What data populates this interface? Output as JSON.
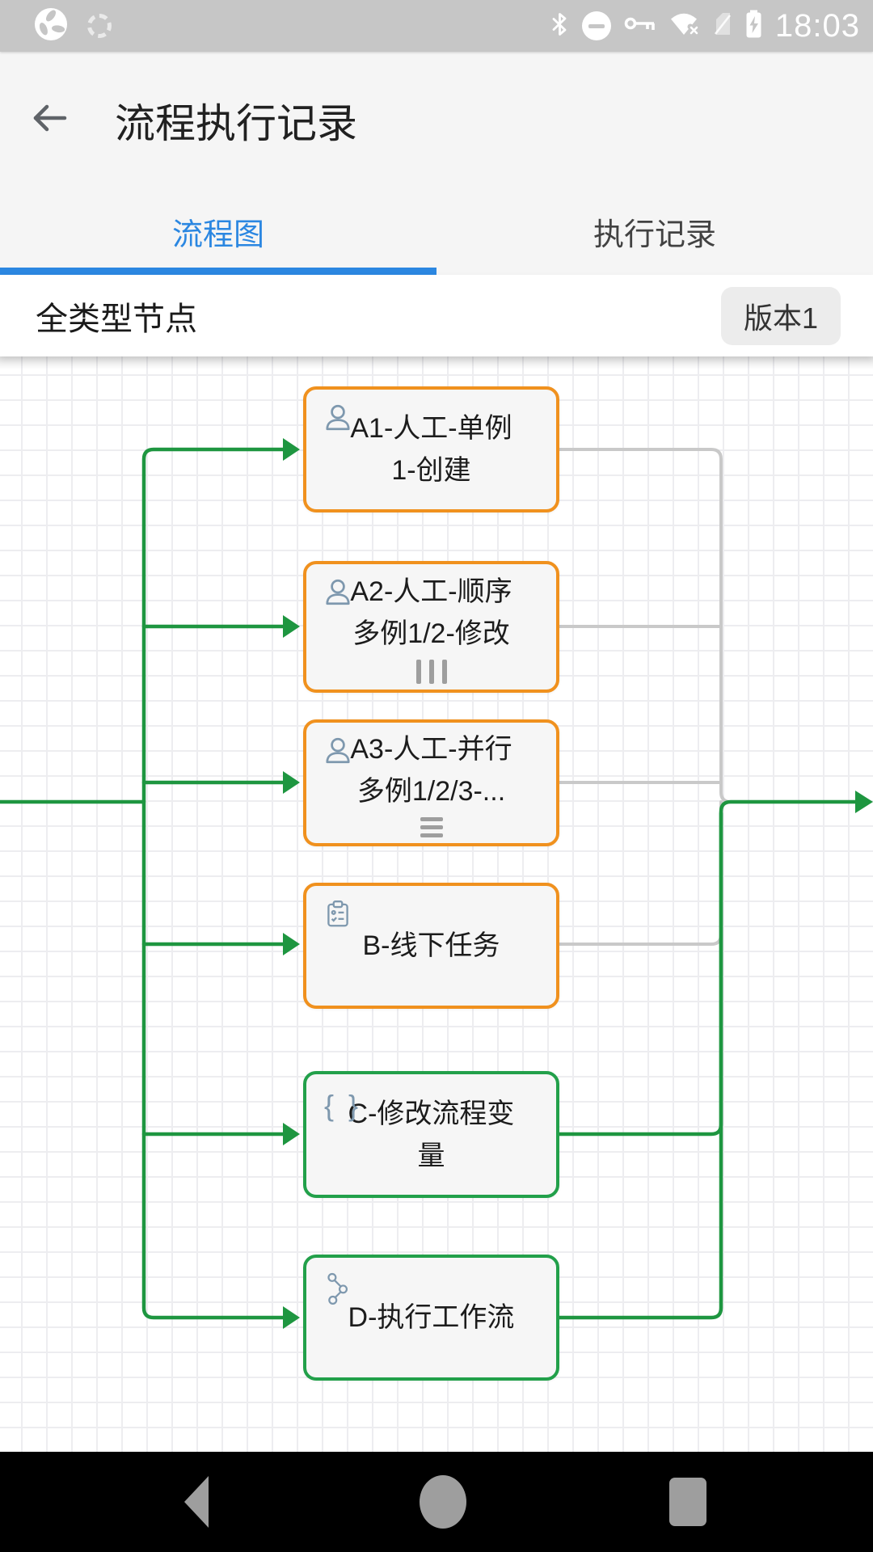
{
  "status_bar": {
    "time": "18:03",
    "notification_icons": [
      "app-logo-swirl",
      "sync-spinner"
    ],
    "system_icons": [
      "bluetooth",
      "do-not-disturb",
      "key",
      "wifi-disconnected",
      "no-sim",
      "battery-charging"
    ]
  },
  "header": {
    "title": "流程执行记录"
  },
  "tabs": {
    "items": [
      {
        "label": "流程图",
        "active": true
      },
      {
        "label": "执行记录",
        "active": false
      }
    ]
  },
  "info_bar": {
    "flow_name": "全类型节点",
    "version_badge": "版本1"
  },
  "flowchart": {
    "nodes": [
      {
        "id": "A1",
        "lines": [
          "A1-人工-单例",
          "1-创建"
        ],
        "icon": "user-icon",
        "state": "pending",
        "marker": "none"
      },
      {
        "id": "A2",
        "lines": [
          "A2-人工-顺序",
          "多例1/2-修改"
        ],
        "icon": "user-icon",
        "state": "pending",
        "marker": "sequential-multi-instance"
      },
      {
        "id": "A3",
        "lines": [
          "A3-人工-并行",
          "多例1/2/3-..."
        ],
        "icon": "user-icon",
        "state": "pending",
        "marker": "parallel-multi-instance"
      },
      {
        "id": "B",
        "lines": [
          "B-线下任务"
        ],
        "icon": "clipboard-icon",
        "state": "pending",
        "marker": "none"
      },
      {
        "id": "C",
        "lines": [
          "C-修改流程变",
          "量"
        ],
        "icon": "braces-icon",
        "state": "done",
        "marker": "none",
        "braces_glyph": "{ }"
      },
      {
        "id": "D",
        "lines": [
          "D-执行工作流"
        ],
        "icon": "workflow-icon",
        "state": "done",
        "marker": "none"
      }
    ],
    "colors": {
      "active_path_green": "#1e9640",
      "pending_node_orange": "#f0911e",
      "done_node_green": "#22a04a",
      "idle_line_gray": "#c9c9c9",
      "node_icon_slate": "#7e98ae"
    }
  },
  "colors": {
    "accent_blue": "#2b87e1",
    "status_bar_bg": "#c6c6c6",
    "header_bg": "#f5f5f5",
    "badge_bg": "#ececec",
    "nav_icon_gray": "#9e9e9e"
  },
  "nav_bar": {
    "icons": [
      "back",
      "home",
      "recents"
    ]
  }
}
